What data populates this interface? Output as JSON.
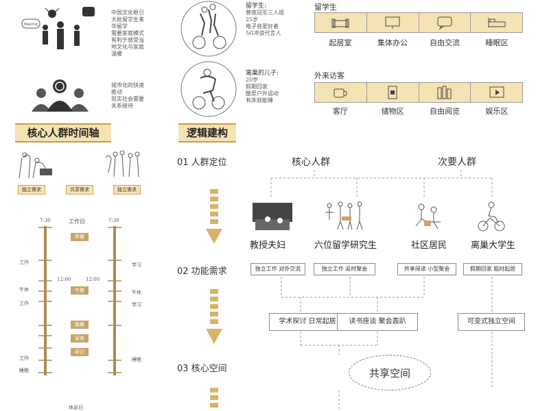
{
  "left": {
    "note1": [
      "中国文化根引",
      "大批留学生来",
      "华留学",
      "需要家庭模式",
      "有利于感受当",
      "地文化与家庭",
      "温暖"
    ],
    "note2": [
      "城市化的快速",
      "推动",
      "现实社会需要",
      "关系接待"
    ],
    "section_title": "核心人群时间轴",
    "tags": [
      "独立需求",
      "共享需求",
      "独立需求"
    ],
    "timeline": {
      "left_top": "7:30",
      "mid_top": "工作日",
      "right_top": "7:30",
      "noon_left": "12:00",
      "noon_right": "12:00",
      "left_labels": [
        "工作",
        "午休",
        "工作",
        "工作",
        "睡眠"
      ],
      "right_labels": [
        "学习",
        "午休",
        "学习",
        "睡眠"
      ],
      "pills": [
        "早餐",
        "午餐",
        "晚餐",
        "家务",
        "研讨"
      ],
      "bottom_mid": "休息日"
    }
  },
  "top": {
    "person1": {
      "title": "留学生:",
      "lines": [
        "曾夜冠军三人组",
        "25岁",
        "电子音爱好者",
        "5G冲浪代言人"
      ]
    },
    "person2": {
      "title": "离巢的儿子:",
      "lines": [
        "20岁",
        "假期回家",
        "酷爱户外运动",
        "有床就能睡"
      ]
    },
    "strip1_title": "留学生",
    "strip1_rooms": [
      "起居室",
      "集体办公",
      "自由交流",
      "睡眠区"
    ],
    "strip2_title": "外来访客",
    "strip2_rooms": [
      "客厅",
      "储物区",
      "自由阅览",
      "娱乐区"
    ]
  },
  "logic": {
    "title": "逻辑建构",
    "steps": [
      "01  人群定位",
      "02  功能需求",
      "03  核心空间"
    ],
    "core_group": "核心人群",
    "secondary_group": "次要人群",
    "people": [
      "教授夫妇",
      "六位留学研究生",
      "社区居民",
      "离巢大学生"
    ],
    "needs": [
      "独立工作 对外交流",
      "独立工作 返时聚会",
      "共享阅读 小型聚会",
      "假期回家 临时起居"
    ],
    "spaces": [
      "学术探讨 日常起居",
      "读书座谈 聚会轰趴",
      "可变式独立空间"
    ],
    "shared": "共享空间"
  },
  "colors": {
    "accent": "#c9a46a",
    "accent_light": "#f6e3b4",
    "arrow": "#d8b36a"
  }
}
